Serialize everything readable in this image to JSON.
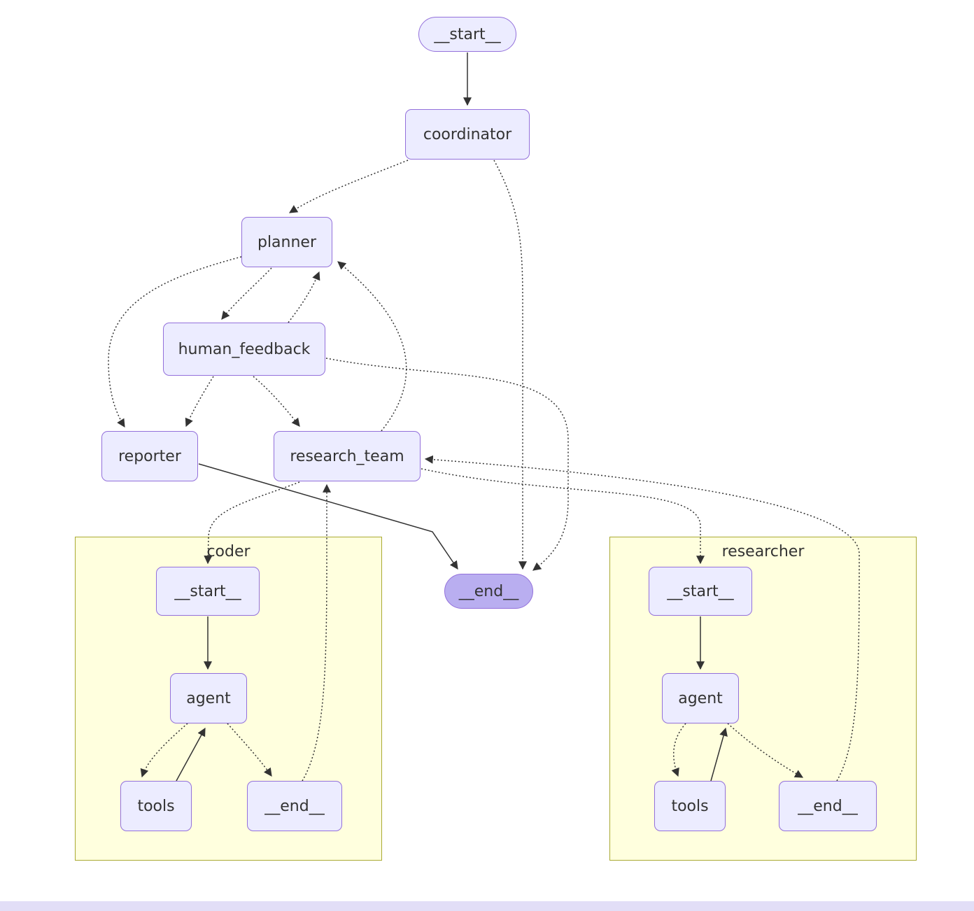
{
  "diagram": {
    "type": "flowchart",
    "nodes": {
      "start_top": {
        "label": "__start__"
      },
      "coordinator": {
        "label": "coordinator"
      },
      "planner": {
        "label": "planner"
      },
      "human_feedback": {
        "label": "human_feedback"
      },
      "reporter": {
        "label": "reporter"
      },
      "research_team": {
        "label": "research_team"
      },
      "end_main": {
        "label": "__end__"
      },
      "coder_start": {
        "label": "__start__"
      },
      "coder_agent": {
        "label": "agent"
      },
      "coder_tools": {
        "label": "tools"
      },
      "coder_end": {
        "label": "__end__"
      },
      "researcher_start": {
        "label": "__start__"
      },
      "researcher_agent": {
        "label": "agent"
      },
      "researcher_tools": {
        "label": "tools"
      },
      "researcher_end": {
        "label": "__end__"
      }
    },
    "clusters": {
      "coder": {
        "label": "coder"
      },
      "researcher": {
        "label": "researcher"
      }
    },
    "edges": [
      {
        "from": "__start__",
        "to": "coordinator",
        "style": "solid"
      },
      {
        "from": "coordinator",
        "to": "planner",
        "style": "dotted"
      },
      {
        "from": "coordinator",
        "to": "__end__",
        "style": "dotted"
      },
      {
        "from": "planner",
        "to": "human_feedback",
        "style": "dotted"
      },
      {
        "from": "planner",
        "to": "reporter",
        "style": "dotted"
      },
      {
        "from": "human_feedback",
        "to": "planner",
        "style": "dotted"
      },
      {
        "from": "human_feedback",
        "to": "reporter",
        "style": "dotted"
      },
      {
        "from": "human_feedback",
        "to": "research_team",
        "style": "dotted"
      },
      {
        "from": "human_feedback",
        "to": "__end__",
        "style": "dotted"
      },
      {
        "from": "research_team",
        "to": "planner",
        "style": "dotted"
      },
      {
        "from": "reporter",
        "to": "__end__",
        "style": "solid"
      },
      {
        "from": "research_team",
        "to": "coder.__start__",
        "style": "dotted"
      },
      {
        "from": "research_team",
        "to": "researcher.__start__",
        "style": "dotted"
      },
      {
        "from": "coder.__end__",
        "to": "research_team",
        "style": "dotted"
      },
      {
        "from": "researcher.__end__",
        "to": "research_team",
        "style": "dotted"
      },
      {
        "from": "coder.__start__",
        "to": "coder.agent",
        "style": "solid"
      },
      {
        "from": "coder.agent",
        "to": "coder.tools",
        "style": "dotted"
      },
      {
        "from": "coder.tools",
        "to": "coder.agent",
        "style": "solid"
      },
      {
        "from": "coder.agent",
        "to": "coder.__end__",
        "style": "dotted"
      },
      {
        "from": "researcher.__start__",
        "to": "researcher.agent",
        "style": "solid"
      },
      {
        "from": "researcher.agent",
        "to": "researcher.tools",
        "style": "dotted"
      },
      {
        "from": "researcher.tools",
        "to": "researcher.agent",
        "style": "solid"
      },
      {
        "from": "researcher.agent",
        "to": "researcher.__end__",
        "style": "dotted"
      }
    ],
    "colors": {
      "node_fill": "#ECECFF",
      "node_border": "#9370DB",
      "end_fill": "#B9AEF0",
      "cluster_fill": "#FFFFDE",
      "cluster_border": "#AAAA33",
      "edge": "#333333",
      "bg": "#FFFFFF",
      "strip": "#E2DEF7"
    }
  }
}
